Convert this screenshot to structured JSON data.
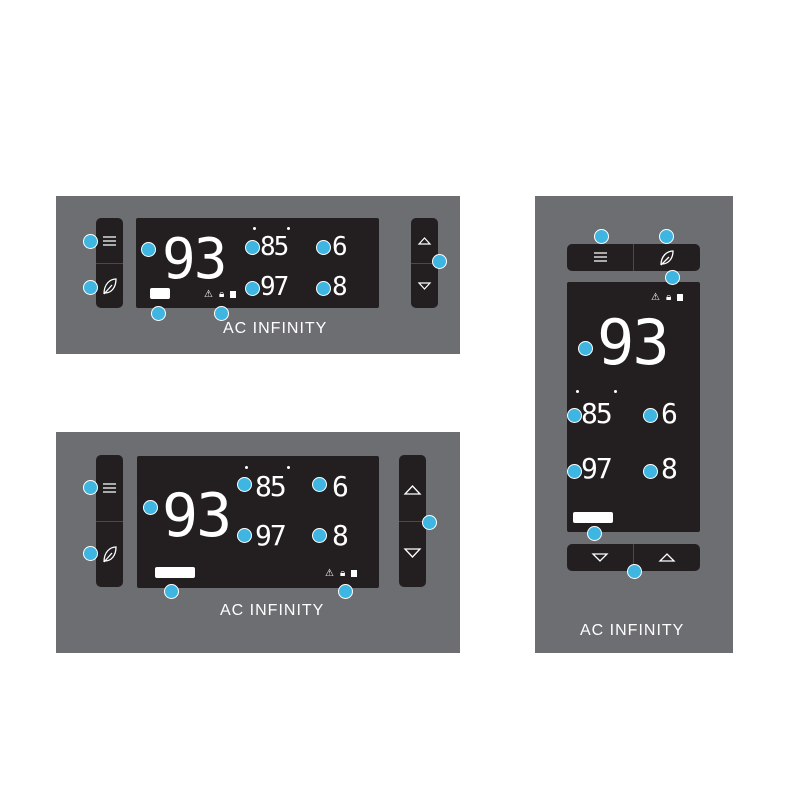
{
  "brand": "AC INFINITY",
  "displays": {
    "main_value": "93",
    "top_left_value": "85",
    "top_right_value": "6",
    "bottom_left_value": "97",
    "bottom_right_value": "8"
  },
  "icons": [
    "menu-icon",
    "leaf-icon",
    "up-arrow-icon",
    "down-arrow-icon",
    "warning-icon",
    "lock-icon",
    "battery-icon"
  ],
  "colors": {
    "panel": "#6d6e71",
    "screen": "#231f20",
    "callout": "#3fb6e1"
  }
}
